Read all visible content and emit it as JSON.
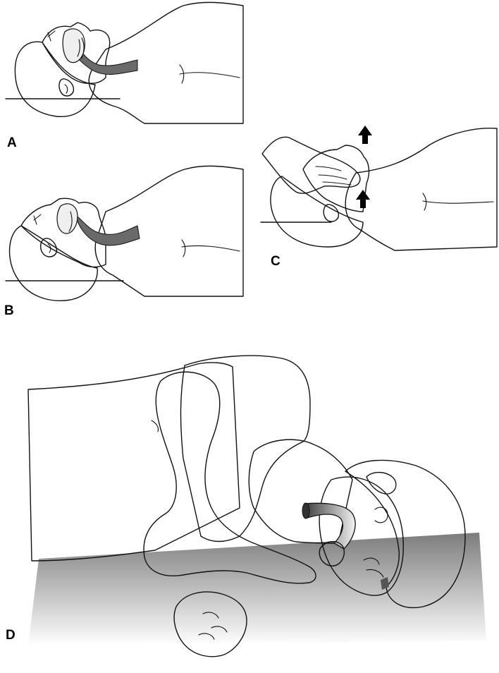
{
  "panels": [
    {
      "id": "A",
      "label": "A"
    },
    {
      "id": "B",
      "label": "B"
    },
    {
      "id": "C",
      "label": "C"
    },
    {
      "id": "D",
      "label": "D"
    }
  ],
  "colors": {
    "skin": "#d7d7d7",
    "hair": "#8e8e8e",
    "shirt": "#a8a8a8",
    "airway": "#6a6a6a",
    "arrow": "#000000",
    "outline": "#111111"
  }
}
